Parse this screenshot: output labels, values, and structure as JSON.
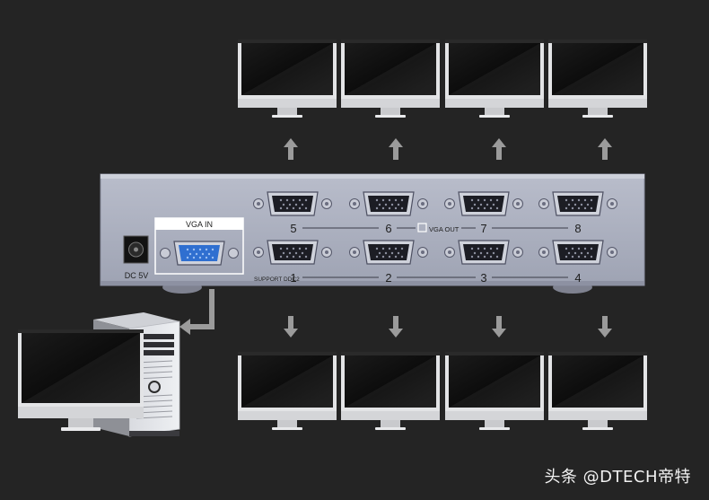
{
  "device": {
    "input_label": "VGA IN",
    "power_label": "DC 5V",
    "output_label": "VGA OUT",
    "support_label": "SUPPORT DDC2",
    "top_port_numbers": [
      "5",
      "6",
      "7",
      "8"
    ],
    "bottom_port_numbers": [
      "1",
      "2",
      "3",
      "4"
    ]
  },
  "watermark": "头条 @DTECH帝特",
  "colors": {
    "background": "#242424",
    "device_body": "#a7acbd",
    "arrow": "#9b9b9b",
    "vga_in_port": "#2f6fd0"
  }
}
